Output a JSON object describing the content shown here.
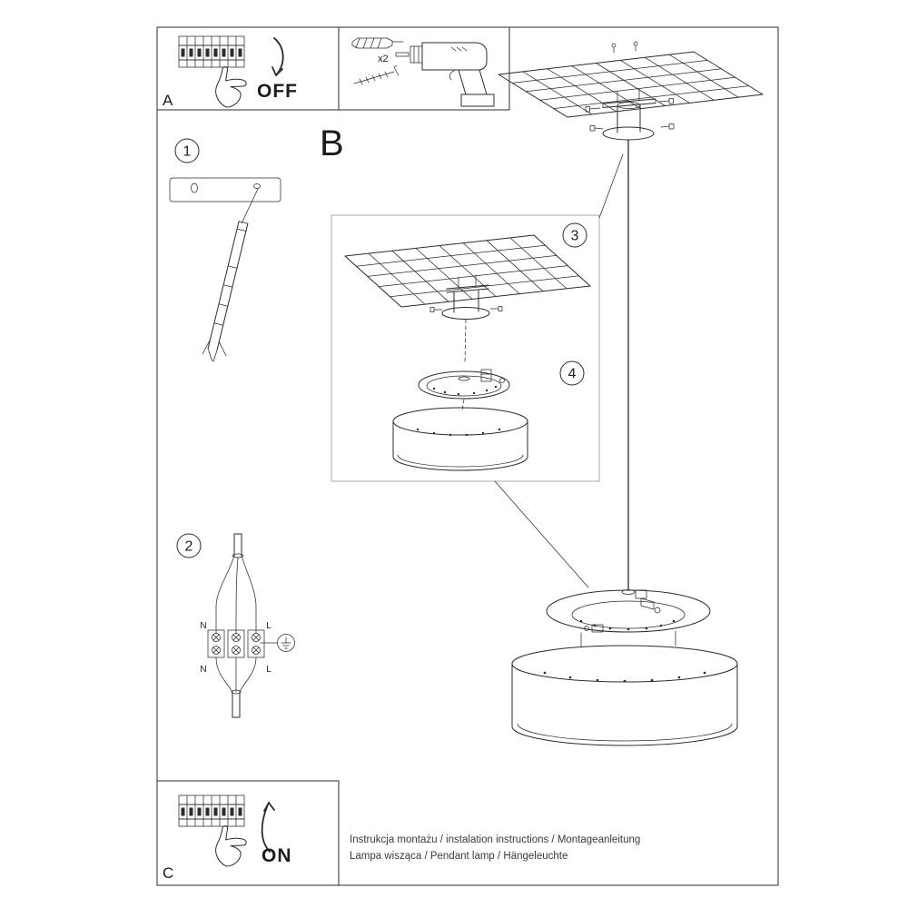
{
  "labels": {
    "box_a": "A",
    "box_c": "C",
    "off": "OFF",
    "on": "ON",
    "b": "B",
    "x2": "x2",
    "step1": "1",
    "step2": "2",
    "step3": "3",
    "step4": "4"
  },
  "wiring": {
    "n_top": "N",
    "l_top": "L",
    "n_bottom": "N",
    "l_bottom": "L"
  },
  "footer": {
    "line1": "Instrukcja montażu / instalation instructions / Montageanleitung",
    "line2": "Lampa wisząca / Pendant lamp / Hängeleuchte"
  },
  "colors": {
    "ink": "#2b2b2b",
    "inset_border": "#a8a8a8",
    "paper": "#ffffff"
  }
}
